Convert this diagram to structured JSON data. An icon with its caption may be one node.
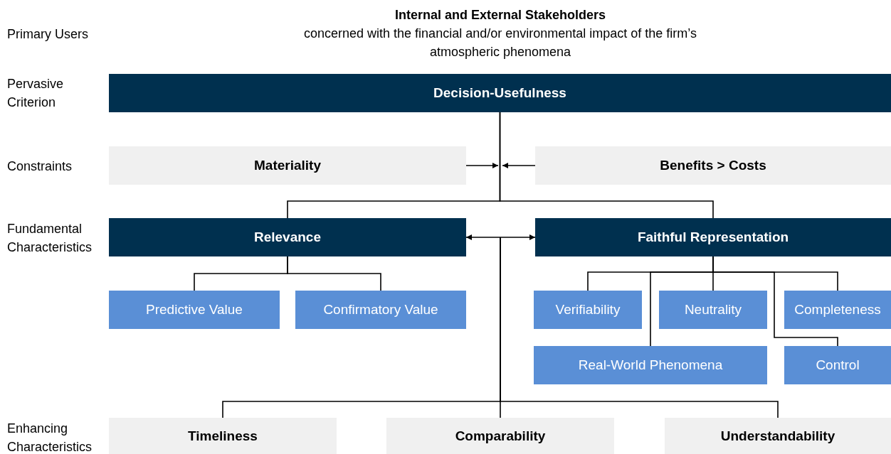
{
  "diagram": {
    "nodes": [
      {
        "text": [
          "Decision-Usefulness"
        ]
      },
      {
        "text": [
          "Materiality"
        ]
      },
      {
        "text": [
          "Benefits > Costs"
        ]
      },
      {
        "text": [
          "Relevance"
        ]
      },
      {
        "text": [
          "Faithful Representation"
        ]
      },
      {
        "text": [
          "Predictive Value"
        ]
      },
      {
        "text": [
          "Confirmatory Value"
        ]
      },
      {
        "text": [
          "Verifiability"
        ]
      },
      {
        "text": [
          "Neutrality"
        ]
      },
      {
        "text": [
          "Completeness"
        ]
      },
      {
        "text": [
          "Real-World Phenomena"
        ]
      },
      {
        "text": [
          "Control"
        ]
      },
      {
        "text": [
          "Timeliness"
        ]
      },
      {
        "text": [
          "Comparability"
        ]
      },
      {
        "text": [
          "Understandability"
        ]
      }
    ],
    "edges": [
      {
        "from": 0,
        "to": 3,
        "arrow": "none"
      },
      {
        "from": 0,
        "to": 4,
        "arrow": "none"
      },
      {
        "from": 1,
        "to": null,
        "arrow": "to"
      },
      {
        "from": 2,
        "to": null,
        "arrow": "to"
      },
      {
        "from": 3,
        "to": 4,
        "arrow": "both"
      },
      {
        "from": 3,
        "to": 5,
        "arrow": "none"
      },
      {
        "from": 3,
        "to": 6,
        "arrow": "none"
      },
      {
        "from": 4,
        "to": 7,
        "arrow": "none"
      },
      {
        "from": 4,
        "to": 8,
        "arrow": "none"
      },
      {
        "from": 4,
        "to": 9,
        "arrow": "none"
      },
      {
        "from": 4,
        "to": 10,
        "arrow": "none"
      },
      {
        "from": 4,
        "to": 11,
        "arrow": "none"
      },
      {
        "from": null,
        "to": 12,
        "arrow": "none"
      },
      {
        "from": null,
        "to": 13,
        "arrow": "none"
      },
      {
        "from": null,
        "to": 14,
        "arrow": "none"
      }
    ],
    "labels": [
      "Internal and External Stakeholders",
      "Primary Users",
      "concerned with the financial and/or environmental impact of the firm’s atmospheric phenomena",
      "Pervasive Criterion",
      "Constraints",
      "Fundamental Characteristics",
      "Enhancing Characteristics"
    ]
  }
}
